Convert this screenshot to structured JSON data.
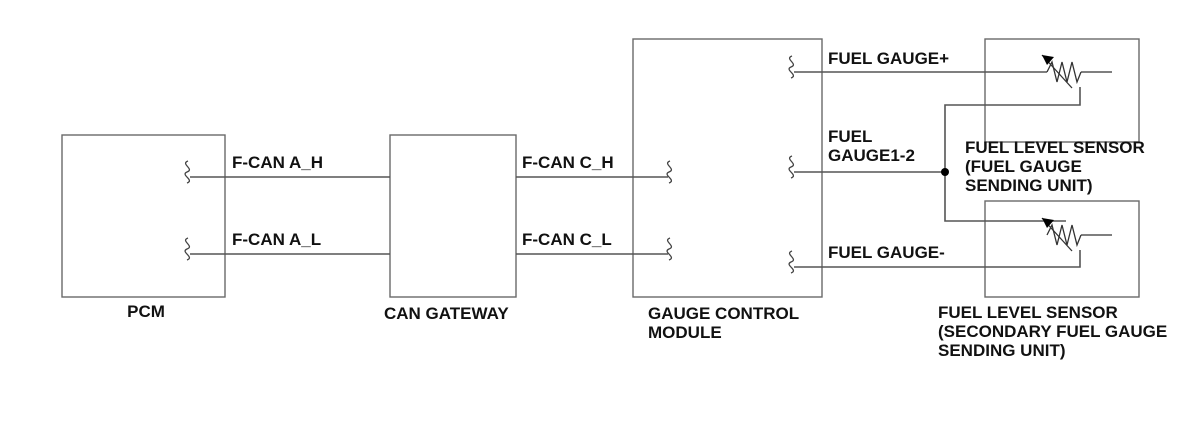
{
  "components": {
    "pcm": {
      "label": "PCM"
    },
    "can_gateway": {
      "label": "CAN GATEWAY"
    },
    "gauge_control_module": {
      "label_lines": [
        "GAUGE CONTROL",
        "MODULE"
      ]
    },
    "fuel_level_sensor_primary": {
      "label_lines": [
        "FUEL LEVEL SENSOR",
        "(FUEL GAUGE",
        "SENDING UNIT)"
      ]
    },
    "fuel_level_sensor_secondary": {
      "label_lines": [
        "FUEL LEVEL SENSOR",
        "(SECONDARY FUEL GAUGE",
        "SENDING UNIT)"
      ]
    }
  },
  "signals": {
    "fcan_a_h": "F-CAN A_H",
    "fcan_a_l": "F-CAN A_L",
    "fcan_c_h": "F-CAN C_H",
    "fcan_c_l": "F-CAN C_L",
    "fuel_gauge_plus": "FUEL GAUGE+",
    "fuel_gauge_1_2": [
      "FUEL",
      "GAUGE1-2"
    ],
    "fuel_gauge_minus": "FUEL GAUGE-"
  }
}
